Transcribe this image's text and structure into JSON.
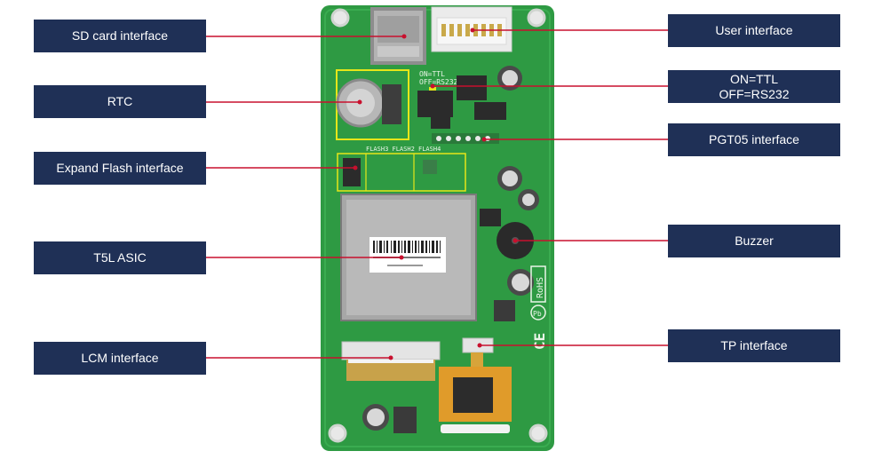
{
  "labels": {
    "sd_card": "SD card interface",
    "rtc": "RTC",
    "expand_flash": "Expand Flash interface",
    "t5l_asic": "T5L ASIC",
    "lcm": "LCM interface",
    "user": "User interface",
    "on_off": "ON=TTL\nOFF=RS232",
    "pgt05": "PGT05 interface",
    "buzzer": "Buzzer",
    "tp": "TP interface"
  },
  "silkscreen": {
    "on_ttl": "ON=TTL",
    "off_rs232": "OFF=RS232",
    "flash_labels": "FLASH3 FLASH2  FLASH4",
    "rohs": "RoHS",
    "ce": "CE",
    "pb": "Pb"
  },
  "colors": {
    "label_bg": "#1f3056",
    "leader_line": "#c8102e",
    "pcb_green": "#2e9a43",
    "highlight_box": "#e6e619"
  }
}
